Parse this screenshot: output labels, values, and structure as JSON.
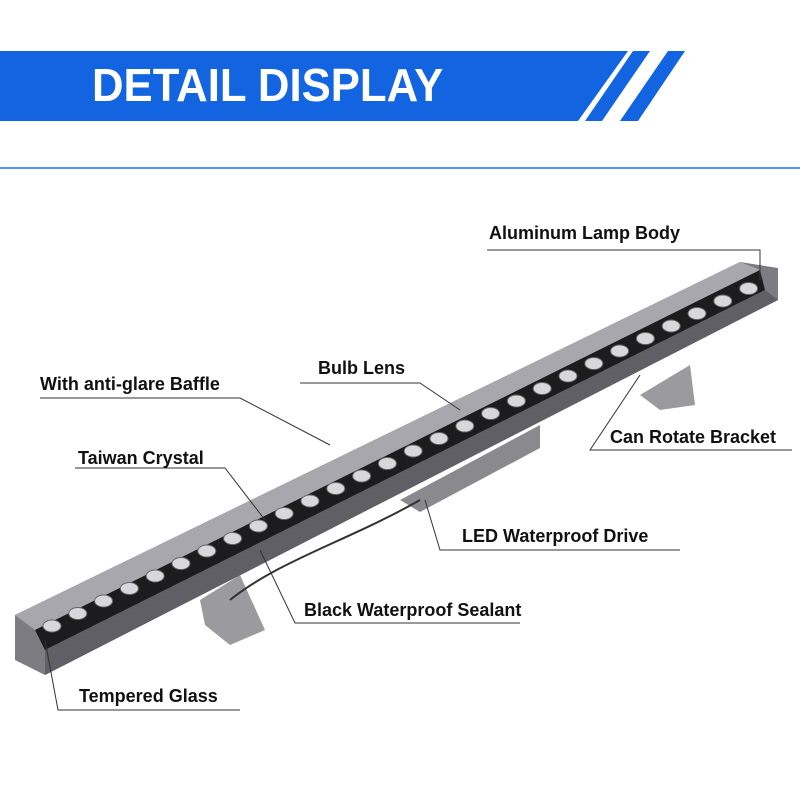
{
  "header": {
    "title": "DETAIL DISPLAY",
    "accent": "#1264e0"
  },
  "labels": {
    "aluminum_body": "Aluminum Lamp Body",
    "bulb_lens": "Bulb Lens",
    "baffle": "With anti-glare Baffle",
    "bracket": "Can Rotate Bracket",
    "crystal": "Taiwan Crystal",
    "drive": "LED Waterproof Drive",
    "sealant": "Black Waterproof Sealant",
    "glass": "Tempered Glass"
  }
}
